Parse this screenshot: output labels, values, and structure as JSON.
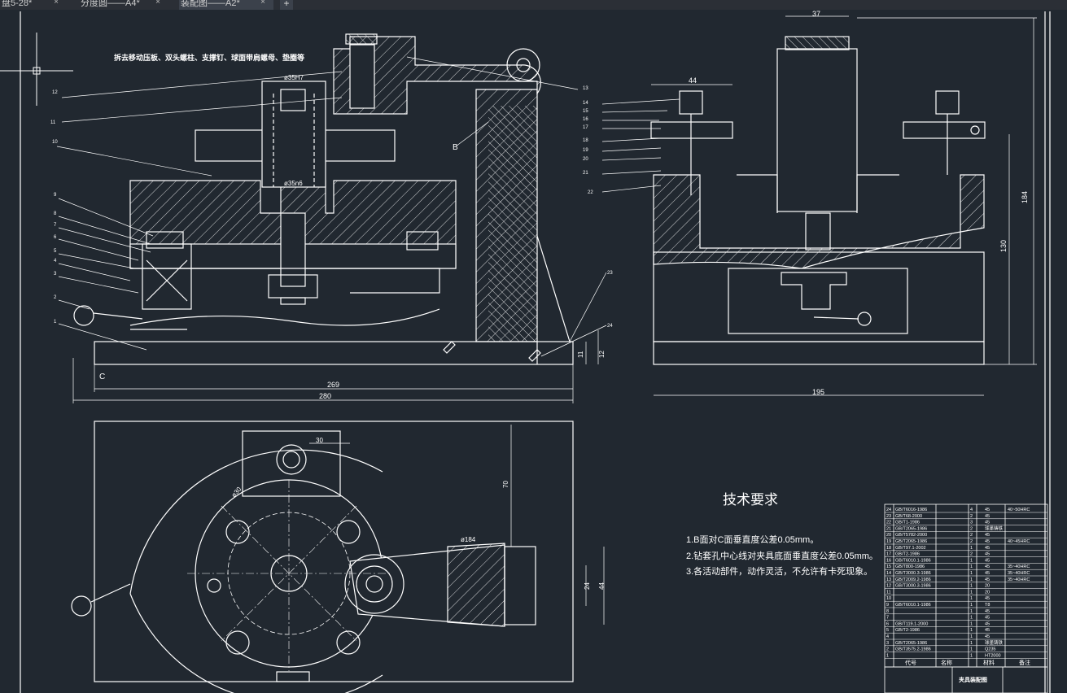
{
  "tabs": [
    {
      "label": "盘5-28*",
      "close": "×",
      "active": false
    },
    {
      "label": "分度圆——A4*",
      "close": "×",
      "active": false
    },
    {
      "label": "装配图——A2*",
      "close": "×",
      "active": true
    }
  ],
  "new_tab_label": "+",
  "colors": {
    "background": "#212830",
    "lines": "#ffffff",
    "text": "#ffffff",
    "tabbar": "#2b2f36",
    "active_tab": "#3b414b"
  },
  "drawing": {
    "note": "拆去移动压板、双头螺柱、支撑钉、球面带肩螺母、垫圈等",
    "view_label_b": "B",
    "view_label_c": "C",
    "dims": {
      "d35h7": "ø35H7",
      "d35n6": "ø35n6",
      "d269": "269",
      "d280": "280",
      "d11": "11",
      "d12": "12",
      "d44_top": "44",
      "d37": "37",
      "d184": "184",
      "d130": "130",
      "d195": "195",
      "d30": "30",
      "d70": "70",
      "d184_dia": "ø184",
      "d24": "24",
      "d44_plan": "44",
      "d30_dia": "ø30"
    },
    "part_numbers": [
      "1",
      "2",
      "3",
      "4",
      "5",
      "6",
      "7",
      "8",
      "9",
      "10",
      "11",
      "12",
      "13",
      "14",
      "15",
      "16",
      "17",
      "18",
      "19",
      "20",
      "21",
      "22",
      "23",
      "24"
    ],
    "tech_title": "技术要求",
    "tech_notes": [
      "1.B面对C面垂直度公差0.05mm。",
      "2.钻套孔中心线对夹具底面垂直度公差0.05mm。",
      "3.各活动部件，动作灵活，不允许有卡死现象。"
    ],
    "bom_rows": [
      {
        "no": "24",
        "code": "GB/T6016-1986",
        "qty": "4",
        "mat": "45",
        "note": "40~50HRC"
      },
      {
        "no": "23",
        "code": "GB/T68-2000",
        "qty": "2",
        "mat": "45",
        "note": ""
      },
      {
        "no": "22",
        "code": "GB/T1-1986",
        "qty": "3",
        "mat": "45",
        "note": ""
      },
      {
        "no": "21",
        "code": "GB/T2065-1986",
        "qty": "2",
        "mat": "球墨铸铁",
        "note": ""
      },
      {
        "no": "20",
        "code": "GB/T5782-2000",
        "qty": "2",
        "mat": "45",
        "note": ""
      },
      {
        "no": "19",
        "code": "GB/T2065-1986",
        "qty": "2",
        "mat": "45",
        "note": "40~45HRC"
      },
      {
        "no": "18",
        "code": "GB/T97.1-2002",
        "qty": "1",
        "mat": "45",
        "note": ""
      },
      {
        "no": "17",
        "code": "GB/T2-1986",
        "qty": "2",
        "mat": "45",
        "note": ""
      },
      {
        "no": "16",
        "code": "GB/T6010.1-1986",
        "qty": "1",
        "mat": "45",
        "note": ""
      },
      {
        "no": "15",
        "code": "GB/T800-1986",
        "qty": "1",
        "mat": "45",
        "note": "35~40HRC"
      },
      {
        "no": "14",
        "code": "GB/T3000.3-1986",
        "qty": "1",
        "mat": "45",
        "note": "35~40HRC"
      },
      {
        "no": "13",
        "code": "GB/T2009.2-1986",
        "qty": "1",
        "mat": "45",
        "note": "35~40HRC"
      },
      {
        "no": "12",
        "code": "GB/T3000.3-1986",
        "qty": "1",
        "mat": "20",
        "note": ""
      },
      {
        "no": "11",
        "code": "",
        "qty": "1",
        "mat": "20",
        "note": ""
      },
      {
        "no": "10",
        "code": "",
        "qty": "1",
        "mat": "45",
        "note": ""
      },
      {
        "no": "9",
        "code": "GB/T6010.1-1986",
        "qty": "1",
        "mat": "T8",
        "note": ""
      },
      {
        "no": "8",
        "code": "",
        "qty": "1",
        "mat": "45",
        "note": ""
      },
      {
        "no": "7",
        "code": "",
        "qty": "1",
        "mat": "45",
        "note": ""
      },
      {
        "no": "6",
        "code": "GB/T119.1-2000",
        "qty": "1",
        "mat": "45",
        "note": ""
      },
      {
        "no": "5",
        "code": "GB/T2-1986",
        "qty": "1",
        "mat": "45",
        "note": ""
      },
      {
        "no": "4",
        "code": "",
        "qty": "1",
        "mat": "45",
        "note": ""
      },
      {
        "no": "3",
        "code": "GB/T2065-1986",
        "qty": "1",
        "mat": "球墨铸铁",
        "note": ""
      },
      {
        "no": "2",
        "code": "GB/T3575.2-1986",
        "qty": "1",
        "mat": "Q235",
        "note": ""
      },
      {
        "no": "1",
        "code": "",
        "qty": "1",
        "mat": "HT2000",
        "note": ""
      }
    ],
    "bom_header": {
      "code": "代号",
      "name": "名称",
      "material": "材料",
      "note": "备注"
    },
    "title_block": {
      "name": "夹具装配图"
    }
  }
}
